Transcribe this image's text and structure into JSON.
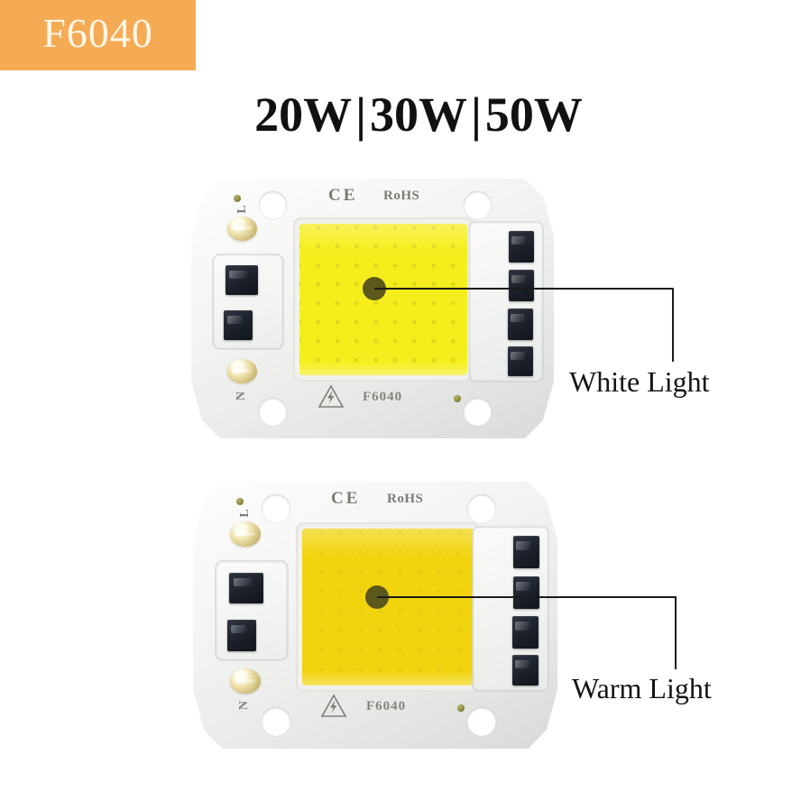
{
  "badge": {
    "text": "F6040",
    "bg_color": "#f5ab54",
    "text_color": "#fdf6e8"
  },
  "wattage": {
    "w1": "20W",
    "sep1": "|",
    "w2": "30W",
    "sep2": "|",
    "w3": "50W",
    "full": "20W | 30W | 50W"
  },
  "chips": [
    {
      "id": "white-light-chip",
      "variant": "white",
      "emitter_color": "#f5ee1c",
      "silkscreen": {
        "ce": "CE",
        "rohs": "RoHS",
        "model": "F6040",
        "terminal_live": "L",
        "terminal_neutral": "N",
        "warning_icon": "high-voltage-triangle"
      },
      "callout": {
        "label": "White Light",
        "dot_color": "#5c571a",
        "line_color": "#1b1b1b"
      }
    },
    {
      "id": "warm-light-chip",
      "variant": "warm",
      "emitter_color": "#f2d40e",
      "silkscreen": {
        "ce": "CE",
        "rohs": "RoHS",
        "model": "F6040",
        "terminal_live": "L",
        "terminal_neutral": "N",
        "warning_icon": "high-voltage-triangle"
      },
      "callout": {
        "label": "Warm Light",
        "dot_color": "#5c571a",
        "line_color": "#1b1b1b"
      }
    }
  ]
}
